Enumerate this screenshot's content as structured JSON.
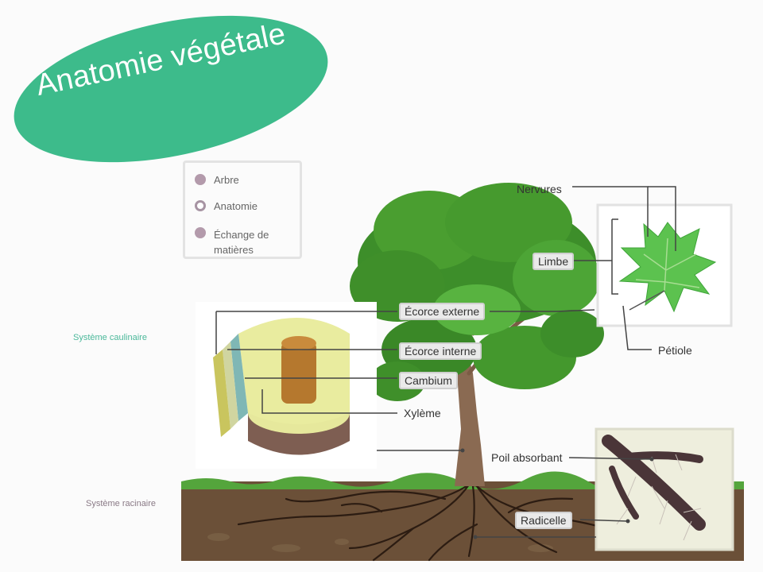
{
  "title": "Anatomie végétale",
  "menu": {
    "items": [
      {
        "label": "Arbre",
        "style": "filled"
      },
      {
        "label": "Anatomie",
        "style": "ring"
      },
      {
        "label": "Échange de matières",
        "style": "filled"
      }
    ]
  },
  "systems": {
    "caulinaire": "Système caulinaire",
    "racinaire": "Système racinaire"
  },
  "labels": {
    "nervures": "Nervures",
    "limbe": "Limbe",
    "petiole": "Pétiole",
    "ecorce_externe": "Écorce externe",
    "ecorce_interne": "Écorce interne",
    "cambium": "Cambium",
    "xyleme": "Xylème",
    "poil_absorbant": "Poil absorbant",
    "radicelle": "Radicelle"
  },
  "colors": {
    "accent": "#3dbb8b",
    "caulinaire": "#4bb89a",
    "racinaire": "#8a7a86",
    "bullet": "#b39aab"
  }
}
